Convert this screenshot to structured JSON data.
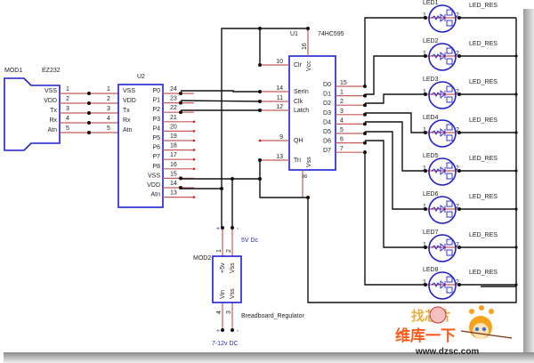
{
  "schematic": {
    "mod1": {
      "ref": "MOD1",
      "value": "EZ232",
      "pins": [
        {
          "num": "1",
          "name": "VSS"
        },
        {
          "num": "2",
          "name": "VDD"
        },
        {
          "num": "3",
          "name": "Tx"
        },
        {
          "num": "4",
          "name": "Rx"
        },
        {
          "num": "5",
          "name": "Atn"
        }
      ]
    },
    "u2": {
      "ref": "U2",
      "left_pins": [
        {
          "num": "1",
          "name": "VSS"
        },
        {
          "num": "2",
          "name": "VDD"
        },
        {
          "num": "3",
          "name": "Tx"
        },
        {
          "num": "4",
          "name": "Rx"
        },
        {
          "num": "5",
          "name": "Atn"
        }
      ],
      "right_pins": [
        {
          "num": "24",
          "name": "P0"
        },
        {
          "num": "23",
          "name": "P1"
        },
        {
          "num": "22",
          "name": "P2"
        },
        {
          "num": "21",
          "name": "P3"
        },
        {
          "num": "20",
          "name": "P4"
        },
        {
          "num": "19",
          "name": "P5"
        },
        {
          "num": "18",
          "name": "P6"
        },
        {
          "num": "17",
          "name": "P7"
        },
        {
          "num": "16",
          "name": "P8"
        },
        {
          "num": "15",
          "name": "VSS"
        },
        {
          "num": "14",
          "name": "VDD"
        },
        {
          "num": "13",
          "name": "Atn"
        }
      ]
    },
    "u1": {
      "ref": "U1",
      "value": "74HC595",
      "vcc": {
        "num": "16",
        "name": "Vcc"
      },
      "vss": {
        "num": "8",
        "name": "Vss"
      },
      "left_pins": [
        {
          "num": "10",
          "name": "Clr"
        },
        {
          "num": "14",
          "name": "SerIn"
        },
        {
          "num": "11",
          "name": "Clk"
        },
        {
          "num": "12",
          "name": "Latch"
        },
        {
          "num": "9",
          "name": "QH"
        },
        {
          "num": "13",
          "name": "Tri"
        }
      ],
      "right_pins": [
        {
          "num": "15",
          "name": "D0"
        },
        {
          "num": "1",
          "name": "D1"
        },
        {
          "num": "2",
          "name": "D2"
        },
        {
          "num": "3",
          "name": "D3"
        },
        {
          "num": "4",
          "name": "D4"
        },
        {
          "num": "5",
          "name": "D5"
        },
        {
          "num": "6",
          "name": "D6"
        },
        {
          "num": "7",
          "name": "D7"
        }
      ]
    },
    "leds": [
      {
        "ref": "LED1",
        "value": "LED_RES",
        "pin1": "1",
        "pin2": "2"
      },
      {
        "ref": "LED2",
        "value": "LED_RES",
        "pin1": "1",
        "pin2": "2"
      },
      {
        "ref": "LED3",
        "value": "LED_RES",
        "pin1": "1",
        "pin2": "2"
      },
      {
        "ref": "LED4",
        "value": "LED_RES",
        "pin1": "1",
        "pin2": "2"
      },
      {
        "ref": "LED5",
        "value": "LED_RES",
        "pin1": "1",
        "pin2": "2"
      },
      {
        "ref": "LED6",
        "value": "LED_RES",
        "pin1": "1",
        "pin2": "2"
      },
      {
        "ref": "LED7",
        "value": "LED_RES",
        "pin1": "1",
        "pin2": "2"
      },
      {
        "ref": "LED8",
        "value": "LED_RES",
        "pin1": "1",
        "pin2": "2"
      }
    ],
    "mod2": {
      "ref": "MOD2",
      "value": "Breadboard_Regulator",
      "pins": [
        {
          "num": "1",
          "name": "+5v"
        },
        {
          "num": "2",
          "name": "Vss"
        },
        {
          "num": "4",
          "name": "Vin"
        },
        {
          "num": "3",
          "name": "Vss"
        }
      ],
      "output_label": "5V Dc",
      "input_label": "7-12v DC",
      "plus": "+",
      "minus": "-"
    },
    "watermark": {
      "top": "找芯片",
      "middle": "维库一下",
      "url": "www.dzsc.com"
    }
  },
  "colors": {
    "part_outline": "#1f1fd0",
    "wire": "#111111",
    "pin_line": "#c85a5a",
    "net_label": "#2a2ab8"
  }
}
